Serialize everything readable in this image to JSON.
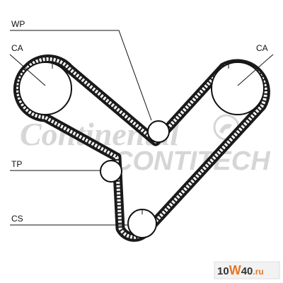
{
  "labels": {
    "wp": "WP",
    "ca_left": "CA",
    "ca_right": "CA",
    "tp": "TP",
    "cs": "CS"
  },
  "watermark": {
    "line1": "Continental",
    "line2": "CONTITECH"
  },
  "badge": {
    "part1": "10",
    "part2": "W",
    "part3": "40",
    "part4": ".ru"
  },
  "colors": {
    "belt": "#1a1a1a",
    "watermark": "#d6d6d6",
    "badge_bg": "#f2f2f2",
    "badge_accent": "#e87722"
  }
}
